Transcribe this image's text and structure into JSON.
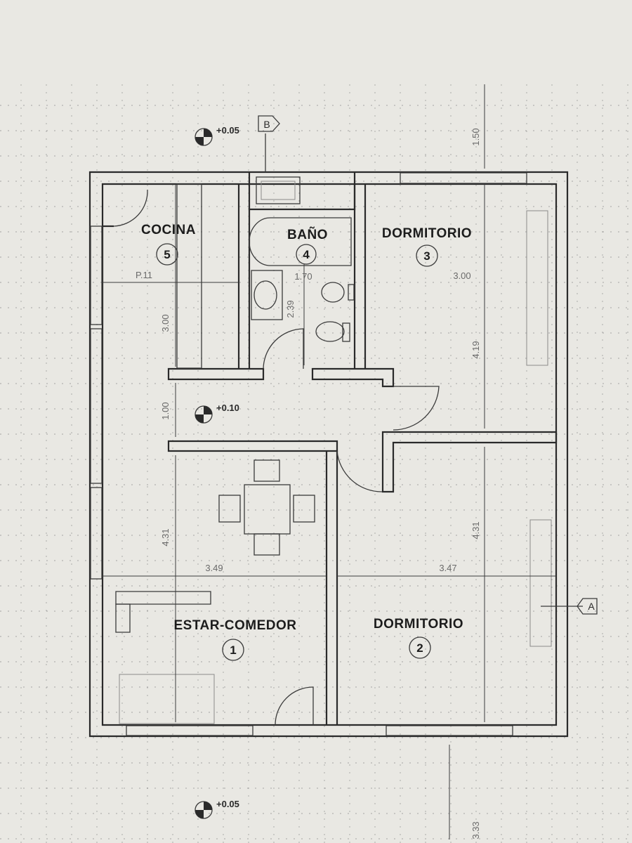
{
  "rooms": {
    "cocina": {
      "name": "COCINA",
      "number": "5",
      "code": "P.11",
      "depth": "3.00"
    },
    "bano": {
      "name": "BAÑO",
      "number": "4",
      "width": "1.70",
      "depth": "2.39"
    },
    "dormitorio3": {
      "name": "DORMITORIO",
      "number": "3",
      "width": "3.00",
      "depth": "4.19"
    },
    "estar": {
      "name": "ESTAR-COMEDOR",
      "number": "1",
      "width": "3.49",
      "depth": "4.31"
    },
    "dormitorio2": {
      "name": "DORMITORIO",
      "number": "2",
      "width": "3.47",
      "depth": "4.31"
    }
  },
  "hall": {
    "depth": "1.00"
  },
  "levels": {
    "top": "+0.05",
    "hall": "+0.10",
    "bottom": "+0.05"
  },
  "section_markers": {
    "b": "B",
    "a": "A"
  },
  "margin_dims": {
    "top": "1.50",
    "bottom": "3.33"
  },
  "colors": {
    "paper": "#e9e8e3",
    "ink": "#2a2a2a"
  }
}
